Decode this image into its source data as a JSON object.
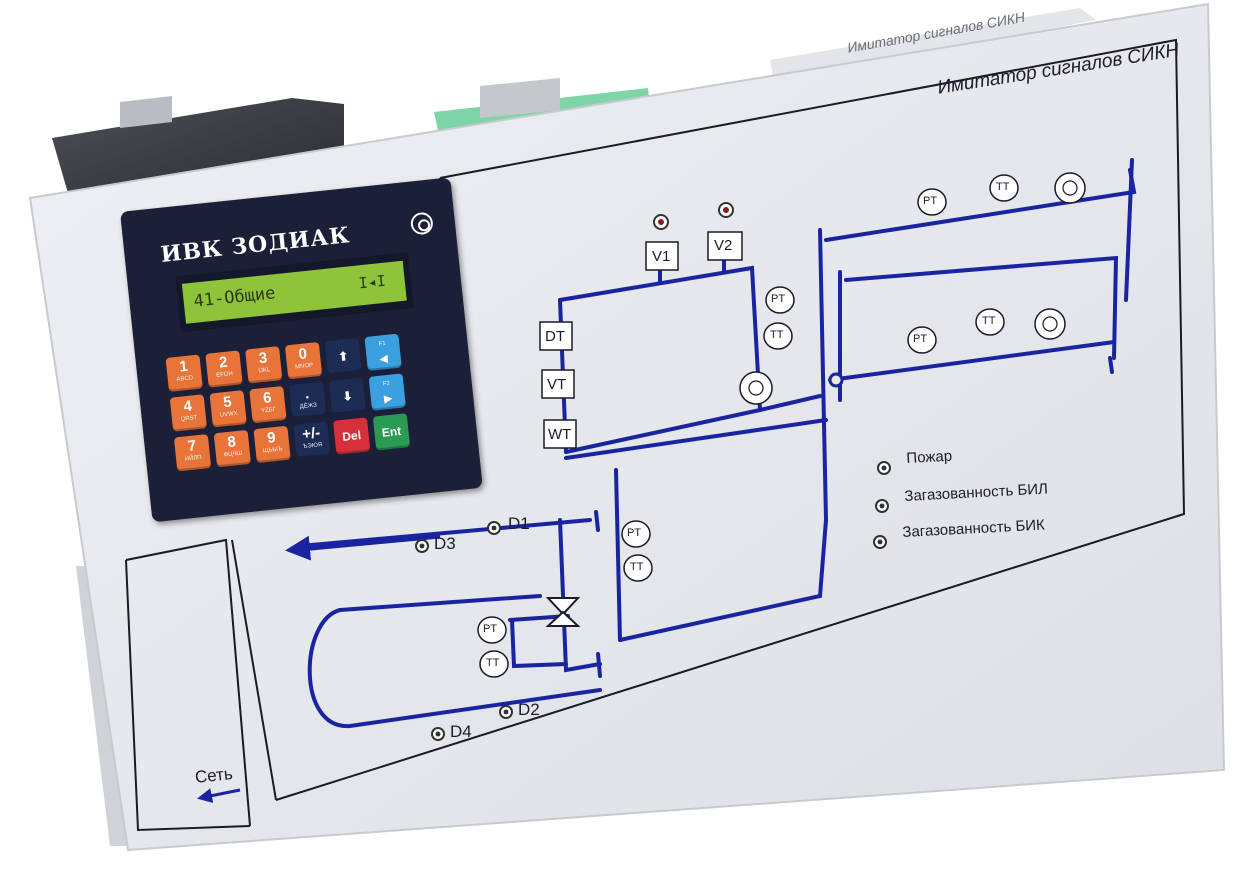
{
  "device": {
    "panel_title": "Имитатор сигналов СИКН",
    "top_label": "Имитатор сигналов СИКН",
    "power_label": "Сеть"
  },
  "controller": {
    "brand": "ИВК ЗОДИАК",
    "logo_icon": "zodiac-logo-icon",
    "lcd_text": "41-Общие",
    "lcd_suffix": "I◂I",
    "keys": [
      {
        "main": "1",
        "sub": "ABCD"
      },
      {
        "main": "2",
        "sub": "EFGH"
      },
      {
        "main": "3",
        "sub": "IJKL"
      },
      {
        "main": "0",
        "sub": "MNOP"
      },
      {
        "main": "4",
        "sub": "QRST"
      },
      {
        "main": "5",
        "sub": "UVWX"
      },
      {
        "main": "6",
        "sub": "YZБГ"
      },
      {
        "main": ".",
        "sub": "ДЁЖЗ"
      },
      {
        "main": "7",
        "sub": "ИЙЛП"
      },
      {
        "main": "8",
        "sub": "ФЦЧШ"
      },
      {
        "main": "9",
        "sub": "ЩЬЫЪ"
      },
      {
        "main": "+/-",
        "sub": "ЪЭЮЯ"
      }
    ],
    "f1": "F1",
    "f2": "F2",
    "del": "Del",
    "ent": "Ent"
  },
  "schematic": {
    "v1": "V1",
    "v2": "V2",
    "dt": "DT",
    "vt": "VT",
    "wt": "WT",
    "pt": "PT",
    "tt": "TT",
    "d1": "D1",
    "d2": "D2",
    "d3": "D3",
    "d4": "D4"
  },
  "alarms": [
    "Пожар",
    "Загазованность БИЛ",
    "Загазованность БИК"
  ],
  "colors": {
    "pipe": "#1a24a0",
    "panel": "#e6e8ec",
    "frame": "#1a1a2a",
    "lcd": "#8fc43a",
    "controller": "#1b2038"
  }
}
